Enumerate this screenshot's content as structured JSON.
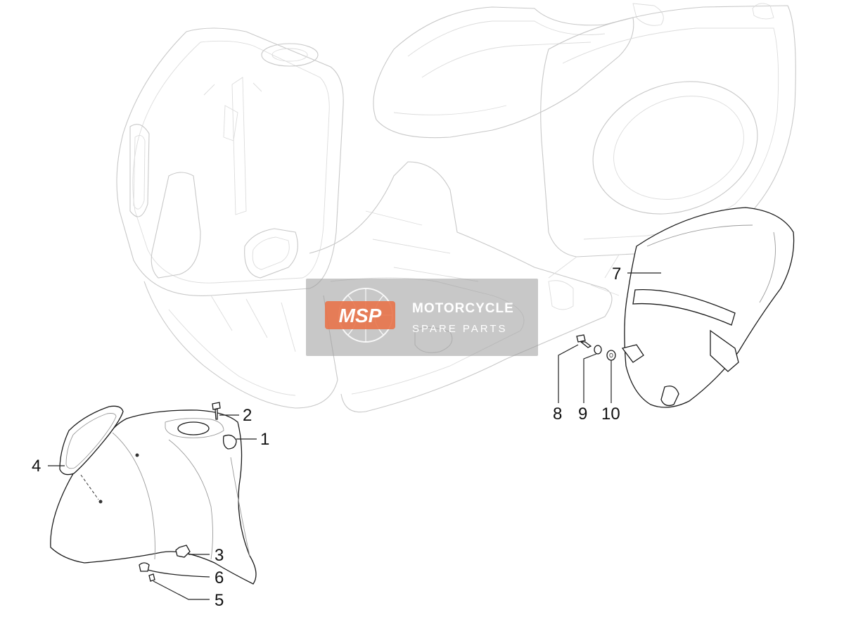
{
  "diagram": {
    "callouts": [
      {
        "id": "1",
        "label": "1"
      },
      {
        "id": "2",
        "label": "2"
      },
      {
        "id": "3",
        "label": "3"
      },
      {
        "id": "4",
        "label": "4"
      },
      {
        "id": "5",
        "label": "5"
      },
      {
        "id": "6",
        "label": "6"
      },
      {
        "id": "7",
        "label": "7"
      },
      {
        "id": "8",
        "label": "8"
      },
      {
        "id": "9",
        "label": "9"
      },
      {
        "id": "10",
        "label": "10"
      }
    ]
  },
  "watermark": {
    "logo_text": "MSP",
    "title": "MOTORCYCLE",
    "subtitle": "SPARE PARTS",
    "logo_color": "#e8734a"
  }
}
